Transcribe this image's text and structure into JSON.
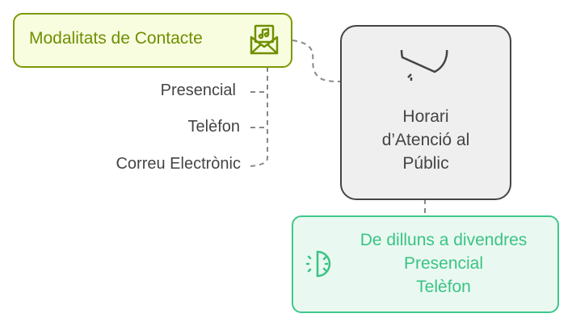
{
  "modalities": {
    "title": "Modalitats de Contacte",
    "icon": "envelope-music-icon",
    "items": [
      "Presencial",
      "Telèfon",
      "Correu Electrònic"
    ]
  },
  "hours": {
    "title_lines": [
      "Horari",
      "d’Atenció al",
      "Públic"
    ],
    "icon": "clock-pie-icon"
  },
  "detail": {
    "lines": [
      "De dilluns a divendres",
      "Presencial",
      "Telèfon"
    ],
    "icon": "half-clock-icon"
  },
  "colors": {
    "contact": "#7a9a01",
    "hours": "#444444",
    "detail": "#3fc78a"
  }
}
